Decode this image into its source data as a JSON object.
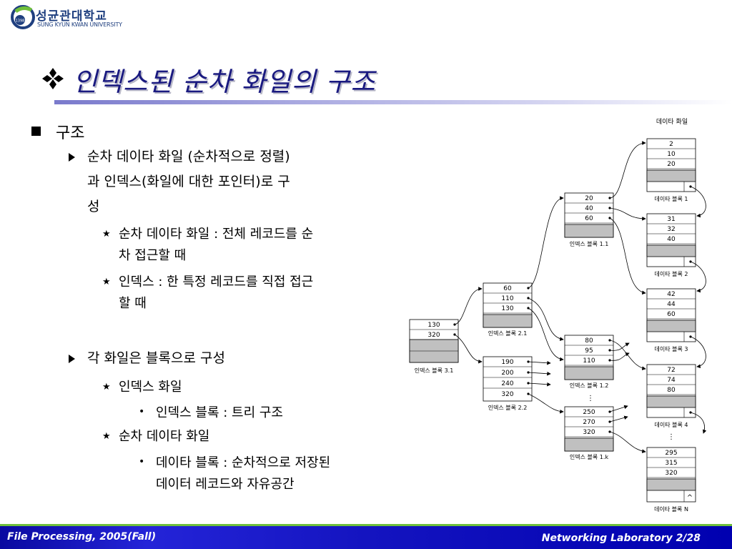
{
  "header": {
    "logo_ko": "성균관대학교",
    "logo_en": "SUNG KYUN KWAN UNIVERSITY",
    "logo_mark_text": "1398"
  },
  "slide": {
    "title": "인덱스된 순차 화일의 구조"
  },
  "outline": {
    "l1": "구조",
    "b1": {
      "line1": "순차 데이타 화일 (순차적으로 정렬)",
      "line2": "과 인덱스(화일에 대한 포인터)로 구",
      "line3": "성"
    },
    "b1a": {
      "line1": "순차 데이타 화일 : 전체 레코드를 순",
      "line2": "차 접근할 때"
    },
    "b1b": {
      "line1": "인덱스 : 한 특정 레코드를 직접 접근",
      "line2": "할 때"
    },
    "b2": "각 화일은 블록으로 구성",
    "b2a": "인덱스 화일",
    "b2a1": "인덱스 블록 : 트리 구조",
    "b2b": "순차 데이타 화일",
    "b2b1": {
      "line1": "데이타 블록 : 순차적으로 저장된",
      "line2": "데이터 레코드와 자유공간"
    }
  },
  "diagram": {
    "data_file_label": "데이타 화일",
    "blocks": {
      "idx31": {
        "label": "인덱스 블록 3.1",
        "values": [
          "130",
          "320"
        ]
      },
      "idx21": {
        "label": "인덱스 블록 2.1",
        "values": [
          "60",
          "110",
          "130"
        ]
      },
      "idx22": {
        "label": "인덱스 블록 2.2",
        "values": [
          "190",
          "200",
          "240",
          "320"
        ]
      },
      "idx11": {
        "label": "인덱스 블록 1.1",
        "values": [
          "20",
          "40",
          "60"
        ]
      },
      "idx12": {
        "label": "인덱스 블록 1.2",
        "values": [
          "80",
          "95",
          "110"
        ]
      },
      "idx1k": {
        "label": "인덱스 블록 1.k",
        "values": [
          "250",
          "270",
          "320"
        ]
      },
      "d1": {
        "label": "데이타 블록 1",
        "values": [
          "2",
          "10",
          "20"
        ]
      },
      "d2": {
        "label": "데이타 블록 2",
        "values": [
          "31",
          "32",
          "40"
        ]
      },
      "d3": {
        "label": "데이타 블록 3",
        "values": [
          "42",
          "44",
          "60"
        ]
      },
      "d4": {
        "label": "데이타 블록 4",
        "values": [
          "72",
          "74",
          "80"
        ]
      },
      "dN": {
        "label": "데이타 블록 N",
        "values": [
          "295",
          "315",
          "320"
        ]
      }
    },
    "null_pointer": "^",
    "ellipsis": "⋮"
  },
  "footer": {
    "left": "File Processing, 2005(Fall)",
    "right": "Networking Laboratory  2/28"
  },
  "colors": {
    "title": "#1a1a80",
    "footer_bg": "#1414c0",
    "footer_accent": "#6fbf3b",
    "logo": "#1f3f7f",
    "free_space": "#c0c0c0"
  }
}
